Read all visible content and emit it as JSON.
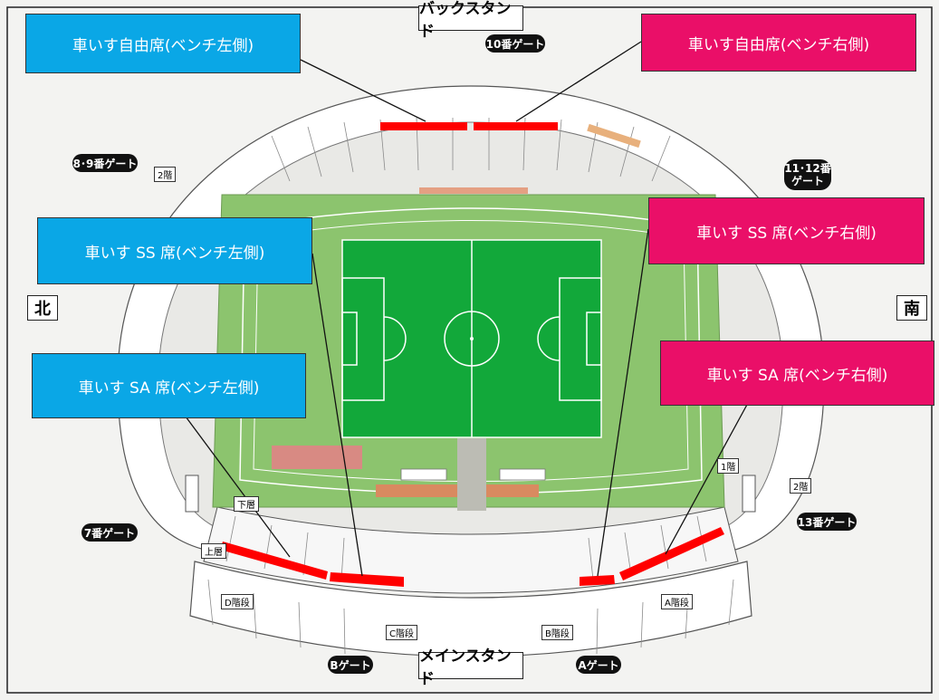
{
  "stands": {
    "back": "バックスタンド",
    "main": "メインスタンド",
    "north": "北",
    "south": "南"
  },
  "gates": {
    "gate_10": "10番ゲート",
    "gate_8_9": "8･9番ゲート",
    "gate_11_12": "11･12番 ゲート",
    "gate_7": "7番ゲート",
    "gate_13": "13番ゲート",
    "gate_b": "Bゲート",
    "gate_a": "Aゲート"
  },
  "floors": {
    "floor2_left": "2階",
    "floor2_right": "2階",
    "floor1_right": "1階",
    "lower": "下層",
    "upper": "上層"
  },
  "stairs": {
    "c": "C階段",
    "b": "B階段",
    "a": "A階段",
    "d": "D階段"
  },
  "callouts": {
    "free_left": "車いす自由席(ベンチ左側)",
    "free_right": "車いす自由席(ベンチ右側)",
    "ss_left": "車いす SS 席(ベンチ左側)",
    "ss_right": "車いす SS 席(ベンチ右側)",
    "sa_left": "車いす SA 席(ベンチ左側)",
    "sa_right": "車いす SA 席(ベンチ右側)"
  },
  "colors": {
    "callout_left": "#0aa7e6",
    "callout_right": "#ea0f68",
    "wheelchair_seat": "#ff0000",
    "pitch": "#12a83a",
    "field_surround": "#8cc46e"
  }
}
